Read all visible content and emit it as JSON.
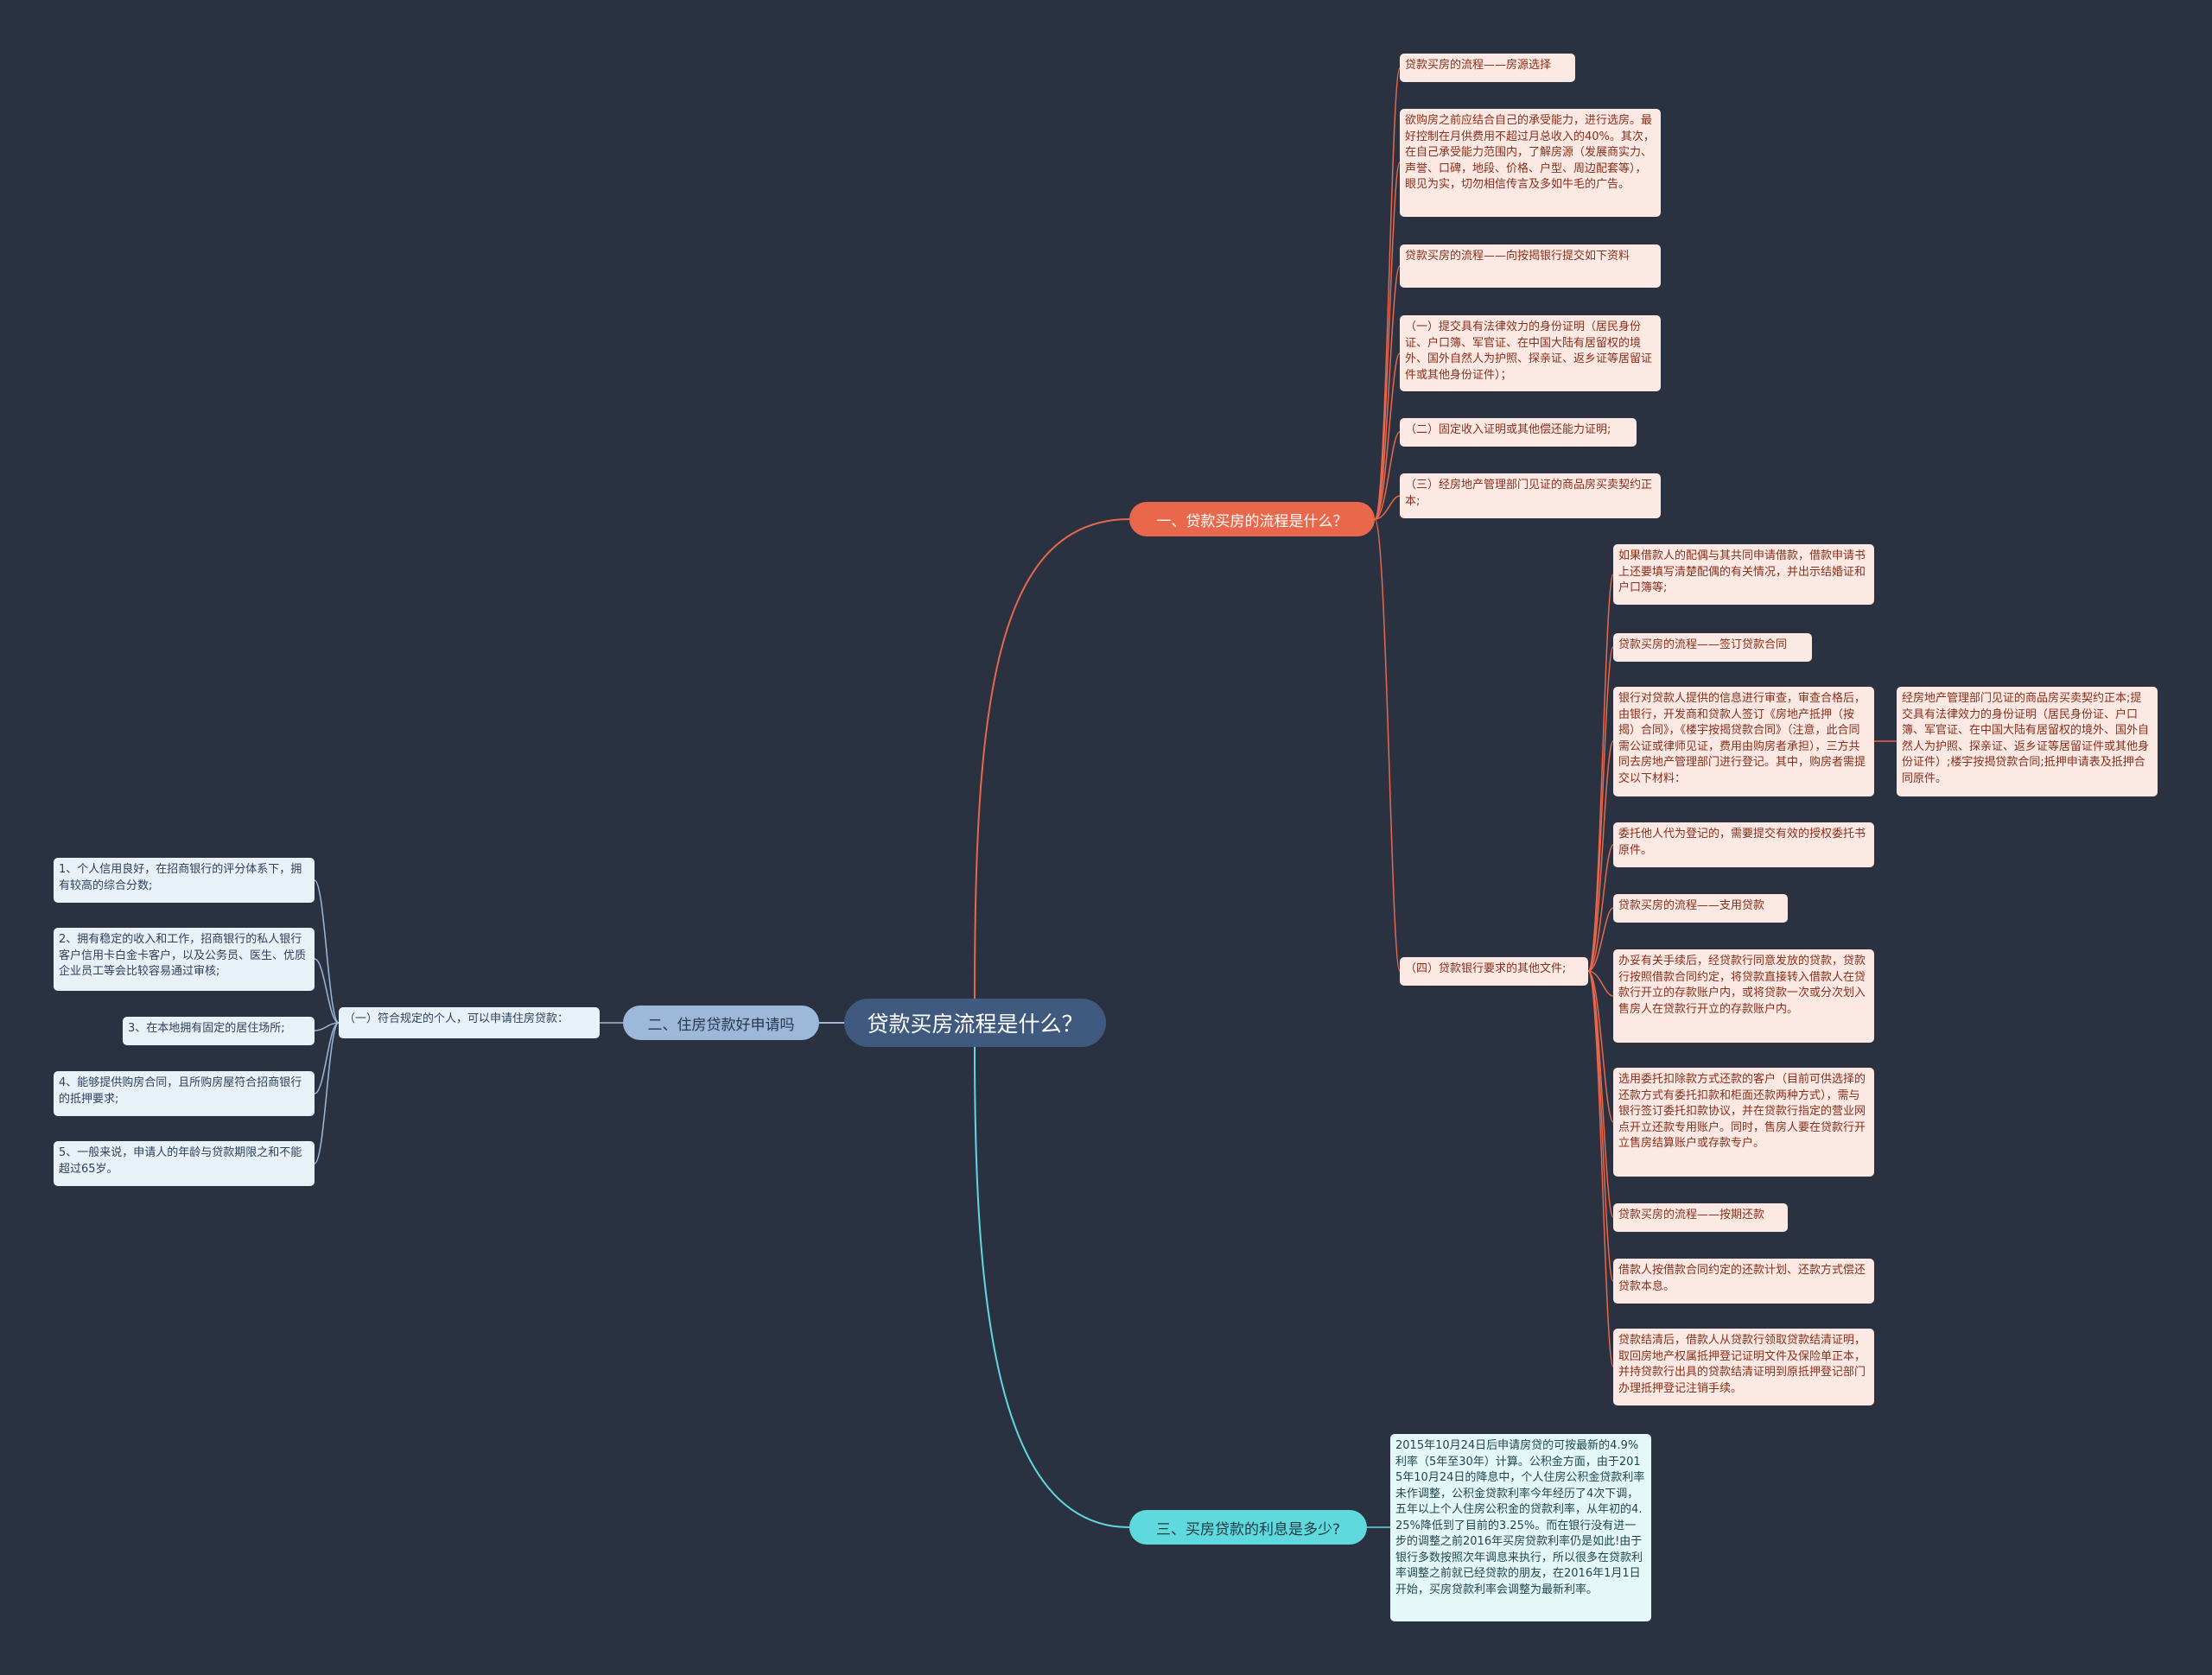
{
  "root": "贷款买房流程是什么？",
  "b1": {
    "label": "一、贷款买房的流程是什么？",
    "items": [
      "贷款买房的流程——房源选择",
      "欲购房之前应结合自己的承受能力，进行选房。最好控制在月供费用不超过月总收入的40%。其次，在自己承受能力范围内，了解房源（发展商实力、声誉、口碑，地段、价格、户型、周边配套等），眼见为实，切勿相信传言及多如牛毛的广告。",
      "贷款买房的流程——向按揭银行提交如下资料",
      "（一）提交具有法律效力的身份证明（居民身份证、户口簿、军官证、在中国大陆有居留权的境外、国外自然人为护照、探亲证、返乡证等居留证件或其他身份证件）；",
      "（二）固定收入证明或其他偿还能力证明;",
      "（三）经房地产管理部门见证的商品房买卖契约正本;",
      "（四）贷款银行要求的其他文件;"
    ],
    "sub": [
      "如果借款人的配偶与其共同申请借款，借款申请书上还要填写清楚配偶的有关情况，并出示结婚证和户口簿等;",
      "贷款买房的流程——签订贷款合同",
      "银行对贷款人提供的信息进行审查，审查合格后，由银行，开发商和贷款人签订《房地产抵押（按揭）合同》，《楼宇按揭贷款合同》（注意，此合同需公证或律师见证，费用由购房者承担），三方共同去房地产管理部门进行登记。其中，购房者需提交以下材料：",
      "委托他人代为登记的，需要提交有效的授权委托书原件。",
      "贷款买房的流程——支用贷款",
      "办妥有关手续后，经贷款行同意发放的贷款，贷款行按照借款合同约定，将贷款直接转入借款人在贷款行开立的存款账户内，或将贷款一次或分次划入售房人在贷款行开立的存款账户内。",
      "选用委托扣除款方式还款的客户（目前可供选择的还款方式有委托扣款和柜面还款两种方式），需与银行签订委托扣款协议，并在贷款行指定的营业网点开立还款专用账户。同时，售房人要在贷款行开立售房结算账户或存款专户。",
      "贷款买房的流程——按期还款",
      "借款人按借款合同约定的还款计划、还款方式偿还贷款本息。",
      "贷款结清后，借款人从贷款行领取贷款结清证明，取回房地产权属抵押登记证明文件及保险单正本，并持贷款行出具的贷款结清证明到原抵押登记部门办理抵押登记注销手续。"
    ],
    "subsub": "经房地产管理部门见证的商品房买卖契约正本;提交具有法律效力的身份证明（居民身份证、户口簿、军官证、在中国大陆有居留权的境外、国外自然人为护照、探亲证、返乡证等居留证件或其他身份证件）;楼宇按揭贷款合同;抵押申请表及抵押合同原件。"
  },
  "b2": {
    "label": "二、住房贷款好申请吗",
    "child": "（一）符合规定的个人，可以申请住房贷款：",
    "items": [
      "1、个人信用良好，在招商银行的评分体系下，拥有较高的综合分数;",
      "2、拥有稳定的收入和工作，招商银行的私人银行客户信用卡白金卡客户，以及公务员、医生、优质企业员工等会比较容易通过审核;",
      "3、在本地拥有固定的居住场所;",
      "4、能够提供购房合同，且所购房屋符合招商银行的抵押要求;",
      "5、一般来说，申请人的年龄与贷款期限之和不能超过65岁。"
    ]
  },
  "b3": {
    "label": "三、买房贷款的利息是多少?",
    "text": "2015年10月24日后申请房贷的可按最新的4.9%利率（5年至30年）计算。公积金方面，由于2015年10月24日的降息中，个人住房公积金贷款利率未作调整，公积金贷款利率今年经历了4次下调，五年以上个人住房公积金的贷款利率，从年初的4.25%降低到了目前的3.25%。而在银行没有进一步的调整之前2016年买房贷款利率仍是如此!由于银行多数按照次年调息来执行，所以很多在贷款利率调整之前就已经贷款的朋友，在2016年1月1日开始，买房贷款利率会调整为最新利率。"
  },
  "colors": {
    "background": "#2a3140",
    "root": "#3f5a7e",
    "branch1": "#e9674b",
    "branch2": "#9db8d8",
    "branch3": "#5fd9de"
  }
}
